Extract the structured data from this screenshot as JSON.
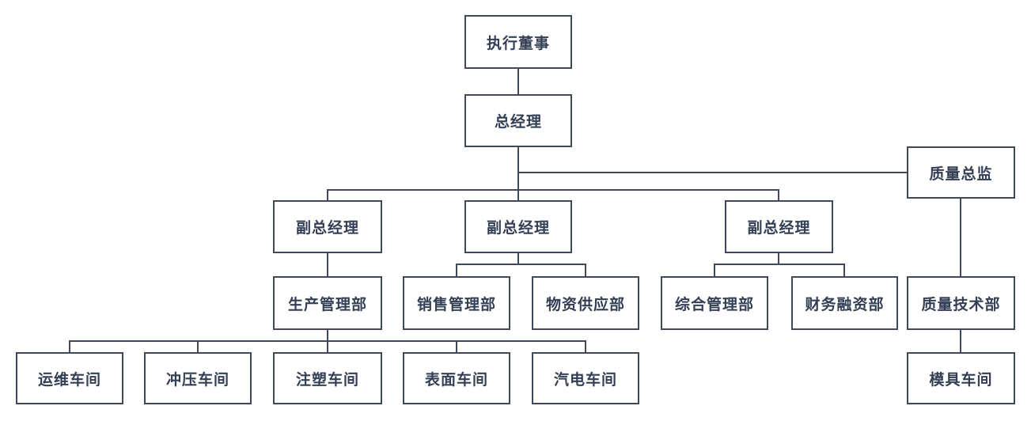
{
  "diagram_type": "org-chart",
  "colors": {
    "line": "#40495A",
    "text": "#333F54",
    "background": "#FFFFFF",
    "node_fill": "#FFFFFF"
  },
  "nodes": {
    "exec_director": {
      "label": "执行董事"
    },
    "general_manager": {
      "label": "总经理"
    },
    "quality_director": {
      "label": "质量总监"
    },
    "deputy_gm_1": {
      "label": "副总经理"
    },
    "deputy_gm_2": {
      "label": "副总经理"
    },
    "deputy_gm_3": {
      "label": "副总经理"
    },
    "production_dept": {
      "label": "生产管理部"
    },
    "sales_dept": {
      "label": "销售管理部"
    },
    "supply_dept": {
      "label": "物资供应部"
    },
    "admin_dept": {
      "label": "综合管理部"
    },
    "finance_dept": {
      "label": "财务融资部"
    },
    "quality_tech_dept": {
      "label": "质量技术部"
    },
    "ops_workshop": {
      "label": "运维车间"
    },
    "stamping_workshop": {
      "label": "冲压车间"
    },
    "injection_workshop": {
      "label": "注塑车间"
    },
    "surface_workshop": {
      "label": "表面车间"
    },
    "auto_electric_workshop": {
      "label": "汽电车间"
    },
    "mold_workshop": {
      "label": "模具车间"
    }
  },
  "edges": [
    {
      "from": "exec_director",
      "to": "general_manager"
    },
    {
      "from": "general_manager",
      "to": "deputy_gm_1"
    },
    {
      "from": "general_manager",
      "to": "deputy_gm_2"
    },
    {
      "from": "general_manager",
      "to": "deputy_gm_3"
    },
    {
      "from": "general_manager",
      "to": "quality_director"
    },
    {
      "from": "deputy_gm_1",
      "to": "production_dept"
    },
    {
      "from": "deputy_gm_2",
      "to": "sales_dept"
    },
    {
      "from": "deputy_gm_2",
      "to": "supply_dept"
    },
    {
      "from": "deputy_gm_3",
      "to": "admin_dept"
    },
    {
      "from": "deputy_gm_3",
      "to": "finance_dept"
    },
    {
      "from": "quality_director",
      "to": "quality_tech_dept"
    },
    {
      "from": "production_dept",
      "to": "ops_workshop"
    },
    {
      "from": "production_dept",
      "to": "stamping_workshop"
    },
    {
      "from": "production_dept",
      "to": "injection_workshop"
    },
    {
      "from": "production_dept",
      "to": "surface_workshop"
    },
    {
      "from": "production_dept",
      "to": "auto_electric_workshop"
    },
    {
      "from": "quality_tech_dept",
      "to": "mold_workshop"
    }
  ]
}
